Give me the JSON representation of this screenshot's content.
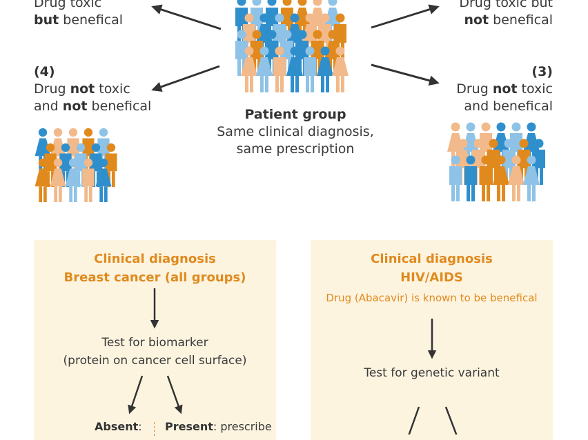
{
  "top_left": {
    "line1": "Drug toxic",
    "line2_strong": "but",
    "line2_rest": " benefical"
  },
  "top_right": {
    "line1": "Drug toxic but",
    "line2_strong": "not",
    "line2_rest": " benefical"
  },
  "group4": {
    "number": "(4)",
    "line1_pre": "Drug ",
    "line1_strong": "not",
    "line1_post": " toxic",
    "line2_pre": "and ",
    "line2_strong": "not",
    "line2_post": " benefical"
  },
  "group3": {
    "number": "(3)",
    "line1_pre": "Drug ",
    "line1_strong": "not",
    "line1_post": " toxic",
    "line2": "and benefical"
  },
  "center": {
    "title": "Patient group",
    "line1": "Same clinical diagnosis,",
    "line2": "same prescription"
  },
  "panel_left": {
    "title1": "Clinical diagnosis",
    "title2": "Breast cancer (all groups)",
    "test1": "Test for biomarker",
    "test2": "(protein on cancer cell surface)",
    "absent_strong": "Absent",
    "absent_rest": ":",
    "present_strong": "Present",
    "present_rest": ": prescribe"
  },
  "panel_right": {
    "title1": "Clinical diagnosis",
    "title2": "HIV/AIDS",
    "note": "Drug (Abacavir) is known to be benefical",
    "test": "Test for genetic variant"
  },
  "colors": {
    "blue": "#2f8fcd",
    "light_blue": "#8ec2e6",
    "orange": "#e08a1e",
    "peach": "#f2b98a",
    "arrow": "#333333",
    "panel_bg": "#fdf4e0",
    "panel_title": "#e08a1e"
  },
  "icons": [
    "person-icon"
  ]
}
